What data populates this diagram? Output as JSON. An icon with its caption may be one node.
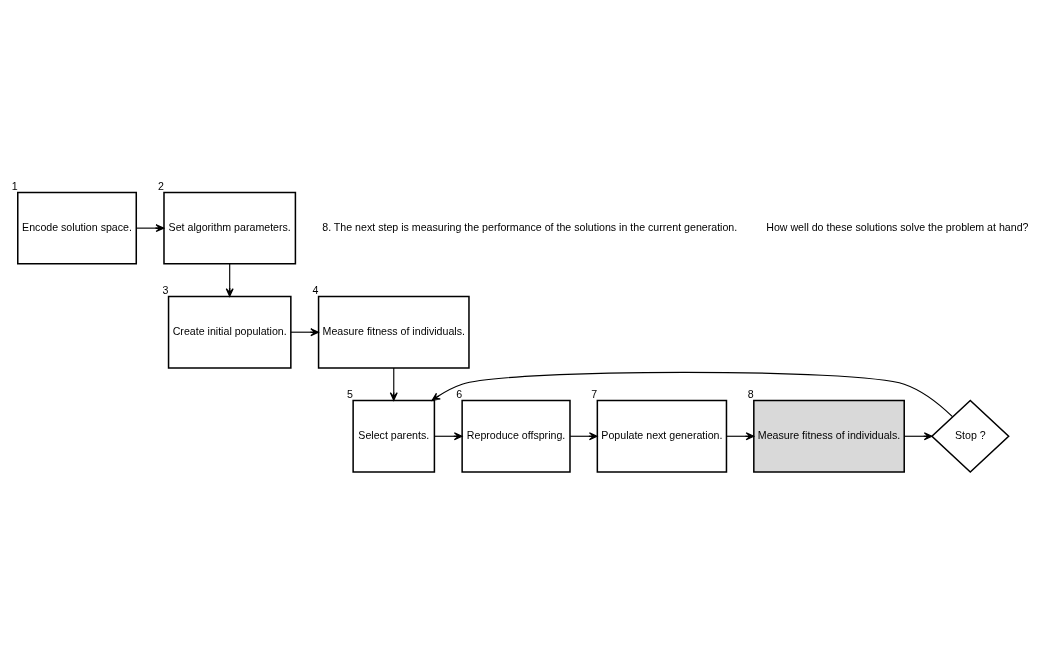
{
  "diagram": {
    "nodes": [
      {
        "text": [
          "Encode solution space."
        ],
        "beside": [
          "1"
        ]
      },
      {
        "text": [
          "Set algorithm parameters."
        ],
        "beside": [
          "2"
        ]
      },
      {
        "text": [
          "Create initial population."
        ],
        "beside": [
          "3"
        ]
      },
      {
        "text": [
          "Measure fitness of individuals."
        ],
        "beside": [
          "4"
        ]
      },
      {
        "text": [
          "Select parents."
        ],
        "beside": [
          "5"
        ]
      },
      {
        "text": [
          "Reproduce offspring."
        ],
        "beside": [
          "6"
        ]
      },
      {
        "text": [
          "Populate next generation."
        ],
        "beside": [
          "7"
        ]
      },
      {
        "text": [
          "Measure fitness of individuals."
        ],
        "beside": [
          "8"
        ]
      },
      {
        "text": [
          "Stop ?"
        ]
      }
    ],
    "edges": [
      {
        "from": 0,
        "to": 1,
        "arrow": "to"
      },
      {
        "from": 1,
        "to": 2,
        "arrow": "to"
      },
      {
        "from": 2,
        "to": 3,
        "arrow": "to"
      },
      {
        "from": 3,
        "to": 4,
        "arrow": "to"
      },
      {
        "from": 4,
        "to": 5,
        "arrow": "to"
      },
      {
        "from": 5,
        "to": 6,
        "arrow": "to"
      },
      {
        "from": 6,
        "to": 7,
        "arrow": "to"
      },
      {
        "from": 7,
        "to": 8,
        "arrow": "to"
      },
      {
        "from": 8,
        "to": 4,
        "arrow": "to"
      }
    ],
    "labels": [
      "8. The next step is measuring the performance of the solutions in the current generation.",
      "How well do these solutions solve the problem at hand?"
    ]
  }
}
